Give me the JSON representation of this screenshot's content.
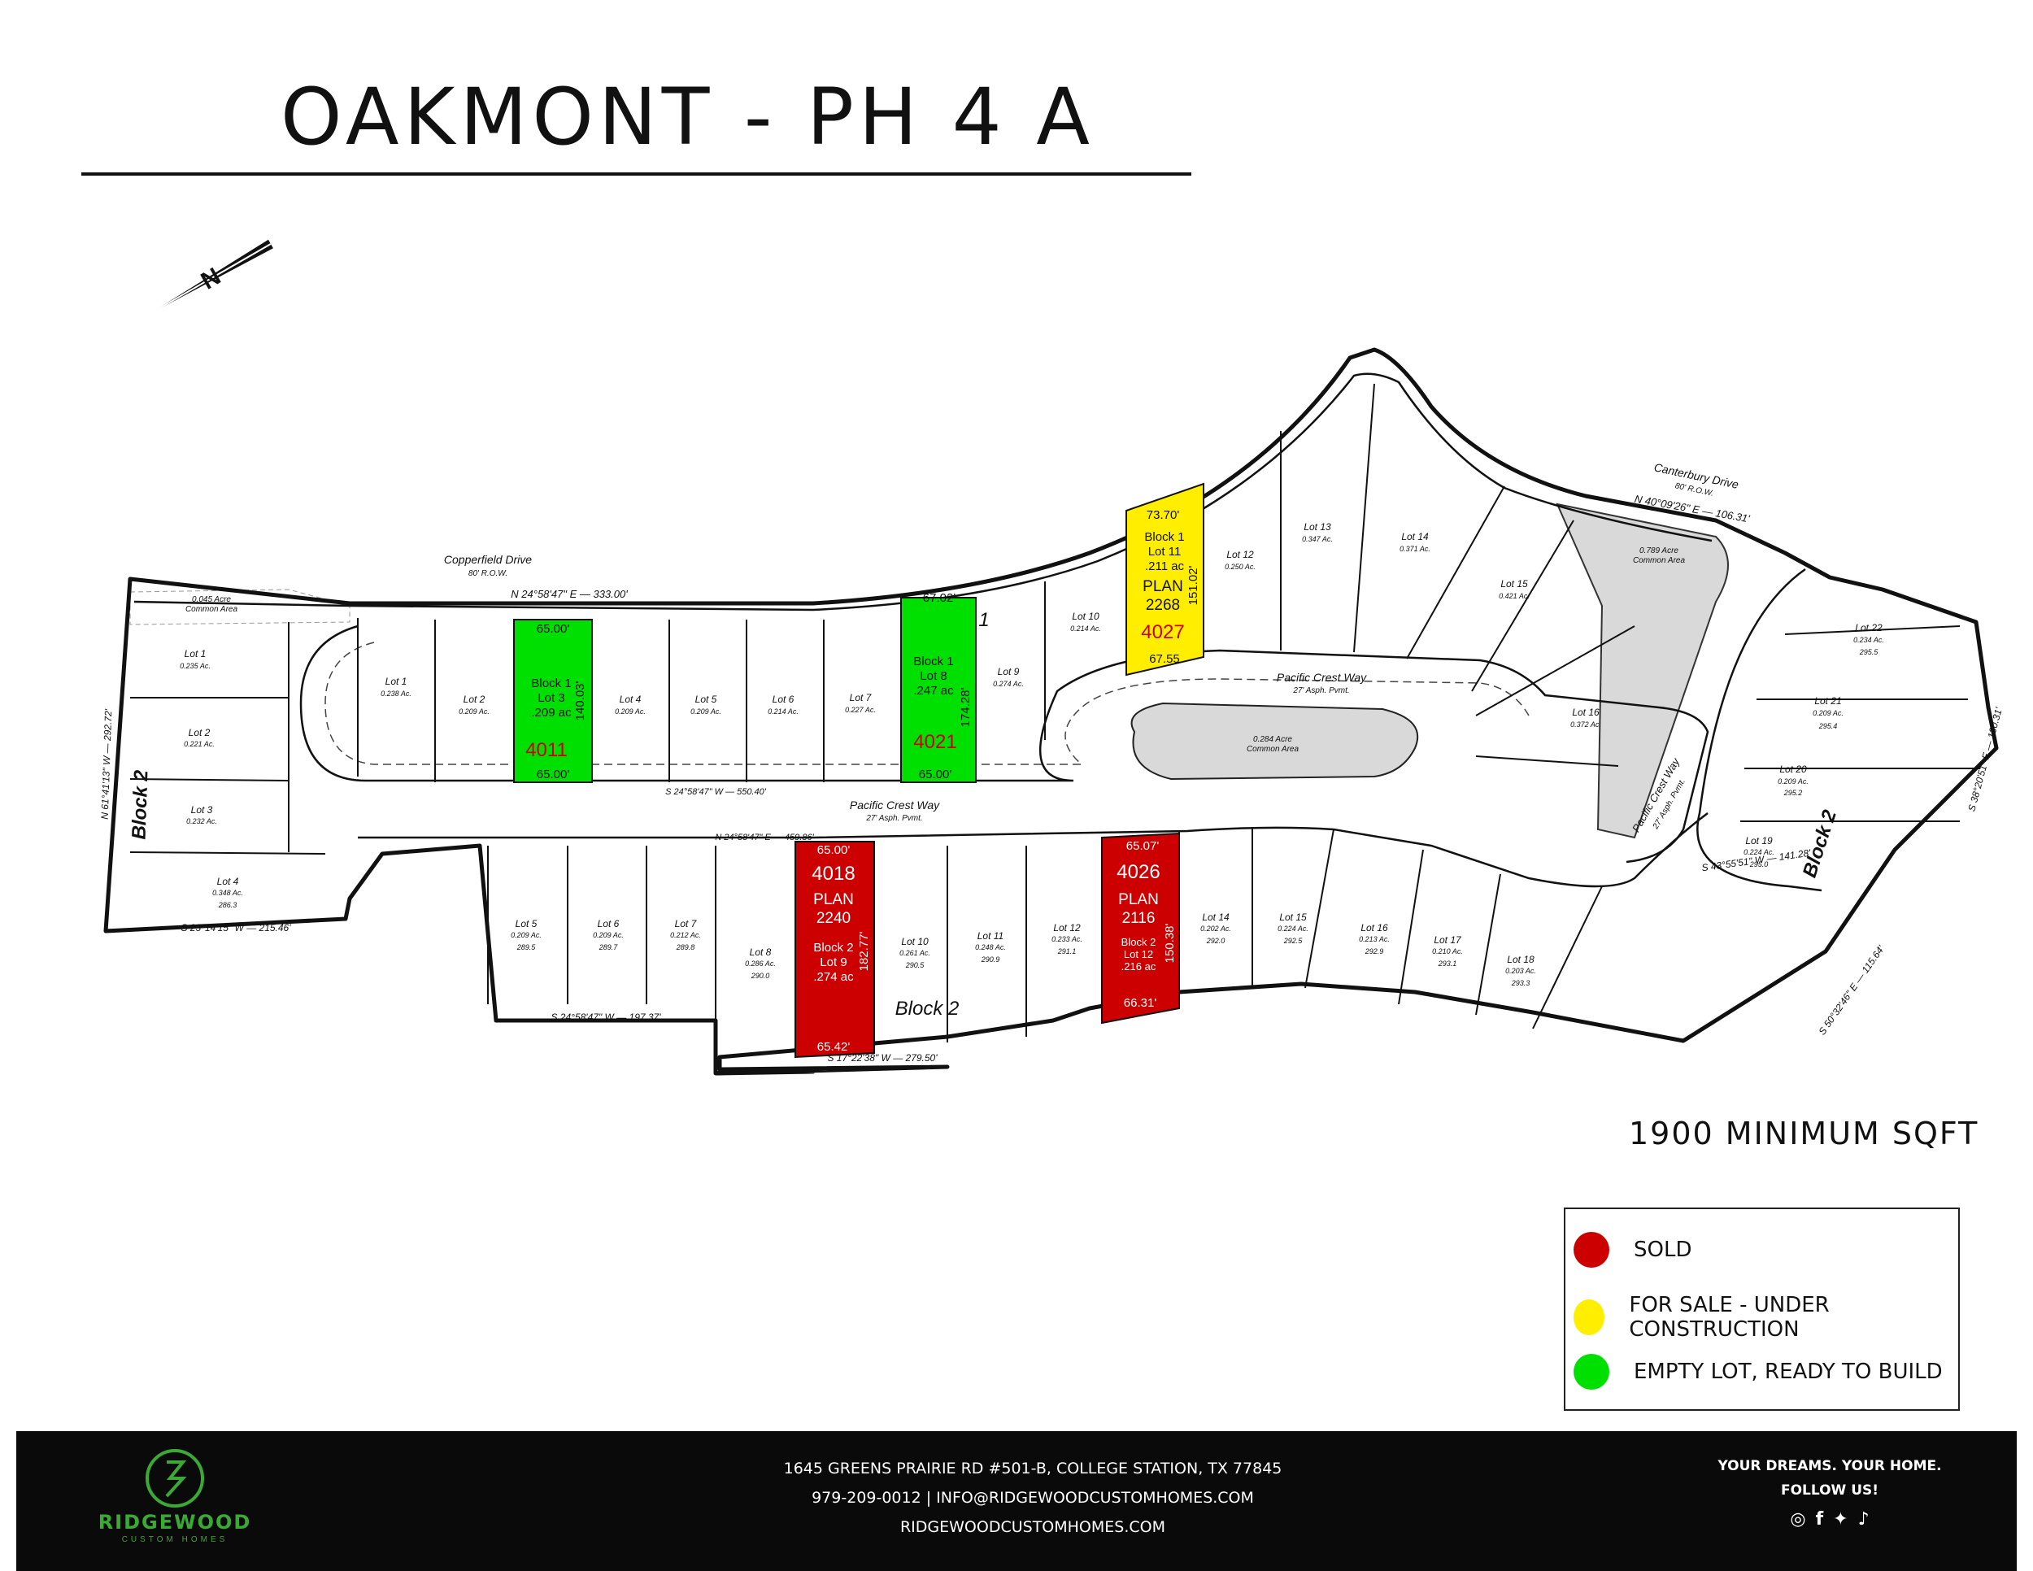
{
  "title": "OAKMONT - PH 4 A",
  "min_sqft": "1900 MINIMUM SQFT",
  "colors": {
    "sold": "#cc0000",
    "for_sale": "#ffee00",
    "empty": "#00e000",
    "common": "#d9d9d9"
  },
  "streets": {
    "copperfield": "Copperfield Drive",
    "copperfield_row": "80' R.O.W.",
    "canterbury": "Canterbury Drive",
    "canterbury_row": "80' R.O.W.",
    "pacific_crest": "Pacific Crest Way",
    "pacific_crest_pvmt": "27' Asph. Pvmt."
  },
  "blocks": {
    "block1": "1",
    "block2_left": "Block 2",
    "block2_bottom": "Block 2",
    "block2_right": "Block 2"
  },
  "bearings": {
    "top": "N 24°58'47\" E — 333.00'",
    "canterbury": "N 40°09'26\" E — 106.31'",
    "mid": "S 24°58'47\" W — 550.40'",
    "lower": "N 24°58'47\" E — 459.86'",
    "bottom_left": "S 24°58'47\" W — 197.37'",
    "bottom": "S 17°22'38\" W — 279.50'",
    "left_bottom": "S 23°14'15\" W — 215.46'",
    "left_side": "N 61°41'13\" W — 292.72'",
    "right_bottom": "S 43°55'51\" W — 141.28'",
    "right_side": "S 38°20'51\" E — 130.31'",
    "right_lower": "S 50°32'46\" E — 115.64'"
  },
  "common_areas": {
    "island": {
      "acre": "0.284 Acre",
      "label": "Common Area"
    },
    "triangle": {
      "acre": "0.789 Acre",
      "label": "Common Area"
    },
    "left": {
      "acre": "0.045 Acre",
      "label": "Common Area"
    }
  },
  "highlight_lots": [
    {
      "id": "h-4011",
      "status": "empty",
      "block": "Block 1",
      "lot": "Lot 3",
      "acres": ".209 ac",
      "number": "4011",
      "top_dim": "65.00'",
      "bottom_dim": "65.00'",
      "side_dim": "140.03'"
    },
    {
      "id": "h-4021",
      "status": "empty",
      "block": "Block 1",
      "lot": "Lot 8",
      "acres": ".247 ac",
      "number": "4021",
      "top_dim": "67.02'",
      "bottom_dim": "65.00'",
      "side_dim": "174.28'"
    },
    {
      "id": "h-4027",
      "status": "for_sale",
      "block": "Block 1",
      "lot": "Lot 11",
      "acres": ".211 ac",
      "plan": "PLAN",
      "plan_no": "2268",
      "number": "4027",
      "top_dim": "73.70'",
      "bottom_dim": "67.55",
      "side_dim": "151.02'"
    },
    {
      "id": "h-4018",
      "status": "sold",
      "block": "Block 2",
      "lot": "Lot 9",
      "acres": ".274 ac",
      "plan": "PLAN",
      "plan_no": "2240",
      "number": "4018",
      "top_dim": "65.00'",
      "bottom_dim": "65.42'",
      "side_dim": "182.77'"
    },
    {
      "id": "h-4026",
      "status": "sold",
      "block": "Block 2",
      "lot": "Lot 12",
      "acres": ".216 ac",
      "plan": "PLAN",
      "plan_no": "2116",
      "number": "4026",
      "top_dim": "65.07'",
      "bottom_dim": "66.31'",
      "side_dim": "150.38'"
    }
  ],
  "lots": [
    {
      "name": "Lot 1",
      "acres": "0.235 Ac."
    },
    {
      "name": "Lot 2",
      "acres": "0.221 Ac."
    },
    {
      "name": "Lot 3",
      "acres": "0.232 Ac."
    },
    {
      "name": "Lot 4",
      "acres": "0.348 Ac.",
      "sqft": "286.3"
    },
    {
      "name": "Lot 1",
      "acres": "0.238 Ac."
    },
    {
      "name": "Lot 2",
      "acres": "0.209 Ac."
    },
    {
      "name": "Lot 4",
      "acres": "0.209 Ac."
    },
    {
      "name": "Lot 5",
      "acres": "0.209 Ac."
    },
    {
      "name": "Lot 6",
      "acres": "0.214 Ac."
    },
    {
      "name": "Lot 7",
      "acres": "0.227 Ac."
    },
    {
      "name": "Lot 9",
      "acres": "0.274 Ac."
    },
    {
      "name": "Lot 10",
      "acres": "0.214 Ac."
    },
    {
      "name": "Lot 12",
      "acres": "0.250 Ac."
    },
    {
      "name": "Lot 13",
      "acres": "0.347 Ac."
    },
    {
      "name": "Lot 14",
      "acres": "0.371 Ac."
    },
    {
      "name": "Lot 15",
      "acres": "0.421 Ac."
    },
    {
      "name": "Lot 16",
      "acres": "0.372 Ac."
    },
    {
      "name": "Lot 22",
      "acres": "0.234 Ac.",
      "sqft": "295.5"
    },
    {
      "name": "Lot 21",
      "acres": "0.209 Ac.",
      "sqft": "295.4"
    },
    {
      "name": "Lot 20",
      "acres": "0.209 Ac.",
      "sqft": "295.2"
    },
    {
      "name": "Lot 19",
      "acres": "0.224 Ac.",
      "sqft": "295.0"
    },
    {
      "name": "Lot 5",
      "acres": "0.209 Ac.",
      "sqft": "289.5"
    },
    {
      "name": "Lot 6",
      "acres": "0.209 Ac.",
      "sqft": "289.7"
    },
    {
      "name": "Lot 7",
      "acres": "0.212 Ac.",
      "sqft": "289.8"
    },
    {
      "name": "Lot 8",
      "acres": "0.286 Ac.",
      "sqft": "290.0"
    },
    {
      "name": "Lot 10",
      "acres": "0.261 Ac.",
      "sqft": "290.5"
    },
    {
      "name": "Lot 11",
      "acres": "0.248 Ac.",
      "sqft": "290.9"
    },
    {
      "name": "Lot 12",
      "acres": "0.233 Ac.",
      "sqft": "291.1"
    },
    {
      "name": "Lot 14",
      "acres": "0.202 Ac.",
      "sqft": "292.0"
    },
    {
      "name": "Lot 15",
      "acres": "0.224 Ac.",
      "sqft": "292.5"
    },
    {
      "name": "Lot 16",
      "acres": "0.213 Ac.",
      "sqft": "292.9"
    },
    {
      "name": "Lot 17",
      "acres": "0.210 Ac.",
      "sqft": "293.1"
    },
    {
      "name": "Lot 18",
      "acres": "0.203 Ac.",
      "sqft": "293.3"
    }
  ],
  "legend": [
    {
      "key": "sold",
      "label": "SOLD",
      "color": "#cc0000"
    },
    {
      "key": "for_sale",
      "label": "FOR SALE - UNDER CONSTRUCTION",
      "color": "#ffee00"
    },
    {
      "key": "empty",
      "label": "EMPTY LOT, READY TO BUILD",
      "color": "#00e000"
    }
  ],
  "footer": {
    "company": "RIDGEWOOD",
    "company_sub": "CUSTOM HOMES",
    "address": "1645 GREENS PRAIRIE RD #501-B, COLLEGE STATION, TX 77845",
    "phone_email": "979-209-0012 | INFO@RIDGEWOODCUSTOMHOMES.COM",
    "website": "RIDGEWOODCUSTOMHOMES.COM",
    "tagline": "YOUR DREAMS. YOUR HOME.",
    "follow": "FOLLOW US!",
    "social_icons": [
      "instagram-icon",
      "facebook-icon",
      "twitter-icon",
      "tiktok-icon"
    ]
  }
}
